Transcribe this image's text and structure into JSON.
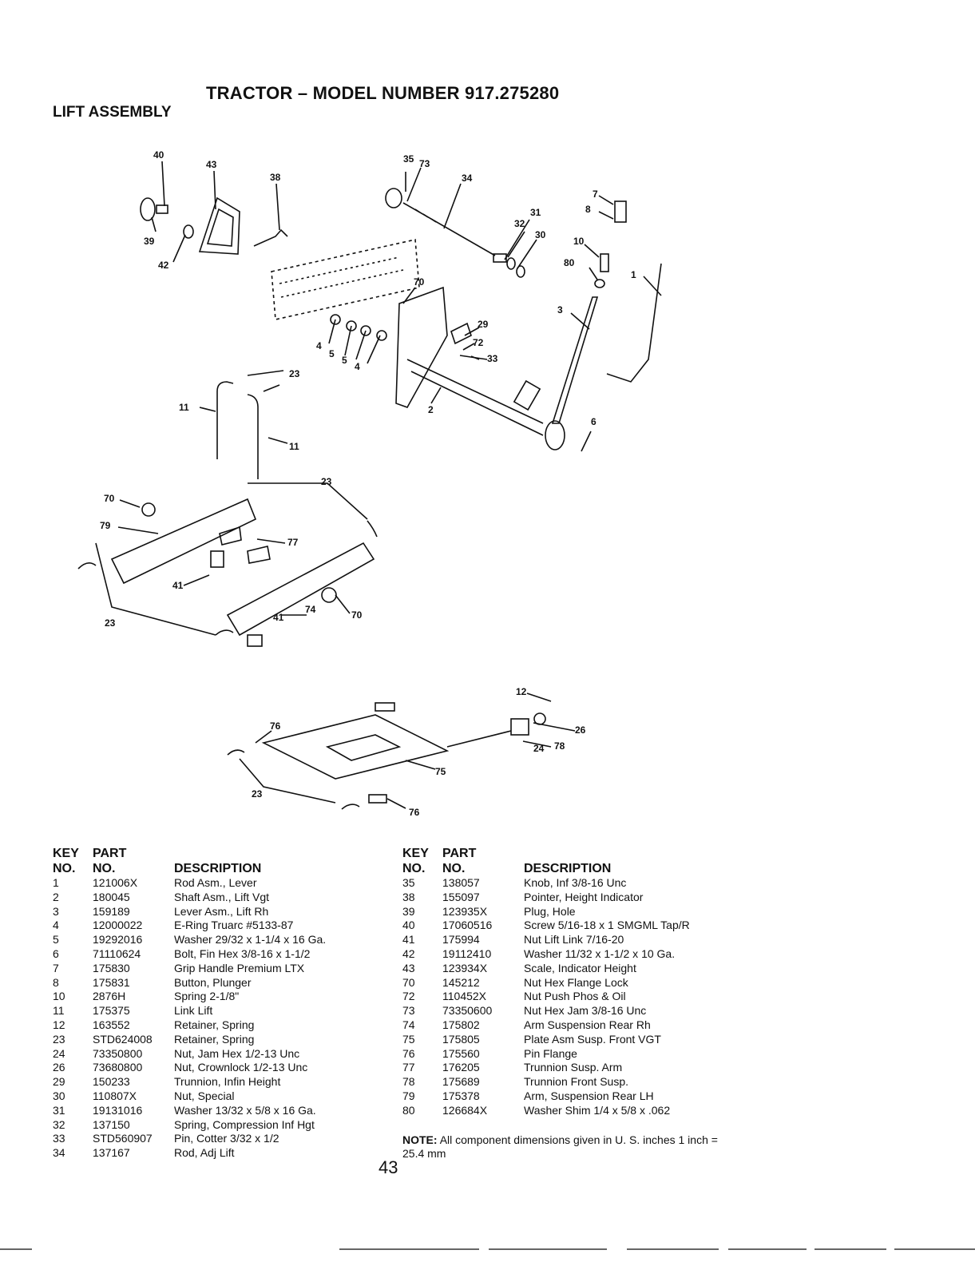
{
  "header": {
    "title": "TRACTOR – MODEL NUMBER 917.275280",
    "section": "LIFT ASSEMBLY"
  },
  "callouts": {
    "c40": "40",
    "c43": "43",
    "c38": "38",
    "c39": "39",
    "c42": "42",
    "c35": "35",
    "c73": "73",
    "c34": "34",
    "c31": "31",
    "c32": "32",
    "c30": "30",
    "c7": "7",
    "c8": "8",
    "c10": "10",
    "c80": "80",
    "c1": "1",
    "c3": "3",
    "c70a": "70",
    "c29": "29",
    "c72": "72",
    "c33": "33",
    "c4a": "4",
    "c5a": "5",
    "c5b": "5",
    "c4b": "4",
    "c2": "2",
    "c6": "6",
    "c23a": "23",
    "c11a": "11",
    "c11b": "11",
    "c23b": "23",
    "c70b": "70",
    "c79": "79",
    "c77": "77",
    "c41a": "41",
    "c41b": "41",
    "c74": "74",
    "c70c": "70",
    "c23c": "23",
    "c12": "12",
    "c26": "26",
    "c24": "24",
    "c78": "78",
    "c76a": "76",
    "c75": "75",
    "c23d": "23",
    "c76b": "76"
  },
  "table_headers": {
    "key_1": "KEY",
    "key_2": "NO.",
    "part_1": "PART",
    "part_2": "NO.",
    "desc": "DESCRIPTION"
  },
  "parts_left": [
    {
      "key": "1",
      "part": "121006X",
      "desc": "Rod Asm., Lever"
    },
    {
      "key": "2",
      "part": "180045",
      "desc": "Shaft Asm., Lift Vgt"
    },
    {
      "key": "3",
      "part": "159189",
      "desc": "Lever Asm., Lift Rh"
    },
    {
      "key": "4",
      "part": "12000022",
      "desc": "E-Ring Truarc #5133-87"
    },
    {
      "key": "5",
      "part": "19292016",
      "desc": "Washer  29/32 x 1-1/4 x 16 Ga."
    },
    {
      "key": "6",
      "part": "71110624",
      "desc": "Bolt, Fin Hex  3/8-16 x 1-1/2"
    },
    {
      "key": "7",
      "part": "175830",
      "desc": "Grip Handle Premium LTX"
    },
    {
      "key": "8",
      "part": "175831",
      "desc": "Button, Plunger"
    },
    {
      "key": "10",
      "part": "2876H",
      "desc": "Spring 2-1/8\""
    },
    {
      "key": "11",
      "part": "175375",
      "desc": "Link Lift"
    },
    {
      "key": "12",
      "part": "163552",
      "desc": "Retainer, Spring"
    },
    {
      "key": "23",
      "part": "STD624008",
      "desc": "Retainer, Spring"
    },
    {
      "key": "24",
      "part": "73350800",
      "desc": "Nut, Jam Hex  1/2-13 Unc"
    },
    {
      "key": "26",
      "part": "73680800",
      "desc": "Nut, Crownlock  1/2-13 Unc"
    },
    {
      "key": "29",
      "part": "150233",
      "desc": "Trunnion, Infin Height"
    },
    {
      "key": "30",
      "part": "110807X",
      "desc": "Nut, Special"
    },
    {
      "key": "31",
      "part": "19131016",
      "desc": "Washer  13/32 x 5/8 x 16 Ga."
    },
    {
      "key": "32",
      "part": "137150",
      "desc": "Spring, Compression Inf Hgt"
    },
    {
      "key": "33",
      "part": "STD560907",
      "desc": "Pin, Cotter  3/32 x 1/2"
    },
    {
      "key": "34",
      "part": "137167",
      "desc": "Rod, Adj Lift"
    }
  ],
  "parts_right": [
    {
      "key": "35",
      "part": "138057",
      "desc": "Knob, Inf  3/8-16 Unc"
    },
    {
      "key": "38",
      "part": "155097",
      "desc": "Pointer, Height Indicator"
    },
    {
      "key": "39",
      "part": "123935X",
      "desc": "Plug, Hole"
    },
    {
      "key": "40",
      "part": "17060516",
      "desc": "Screw 5/16-18 x 1 SMGML Tap/R"
    },
    {
      "key": "41",
      "part": "175994",
      "desc": "Nut Lift Link 7/16-20"
    },
    {
      "key": "42",
      "part": "19112410",
      "desc": "Washer  11/32 x 1-1/2 x 10 Ga."
    },
    {
      "key": "43",
      "part": "123934X",
      "desc": "Scale, Indicator Height"
    },
    {
      "key": "70",
      "part": "145212",
      "desc": "Nut Hex Flange Lock"
    },
    {
      "key": "72",
      "part": "110452X",
      "desc": "Nut Push Phos & Oil"
    },
    {
      "key": "73",
      "part": "73350600",
      "desc": "Nut Hex Jam 3/8-16 Unc"
    },
    {
      "key": "74",
      "part": "175802",
      "desc": "Arm Suspension Rear Rh"
    },
    {
      "key": "75",
      "part": "175805",
      "desc": "Plate Asm Susp. Front VGT"
    },
    {
      "key": "76",
      "part": "175560",
      "desc": "Pin Flange"
    },
    {
      "key": "77",
      "part": "176205",
      "desc": "Trunnion Susp. Arm"
    },
    {
      "key": "78",
      "part": "175689",
      "desc": "Trunnion Front Susp."
    },
    {
      "key": "79",
      "part": "175378",
      "desc": "Arm, Suspension Rear LH"
    },
    {
      "key": "80",
      "part": "126684X",
      "desc": "Washer Shim 1/4 x 5/8 x .062"
    }
  ],
  "note": {
    "label": "NOTE:",
    "text": "All component dimensions given in U. S. inches 1 inch = 25.4 mm"
  },
  "page_number": "43"
}
